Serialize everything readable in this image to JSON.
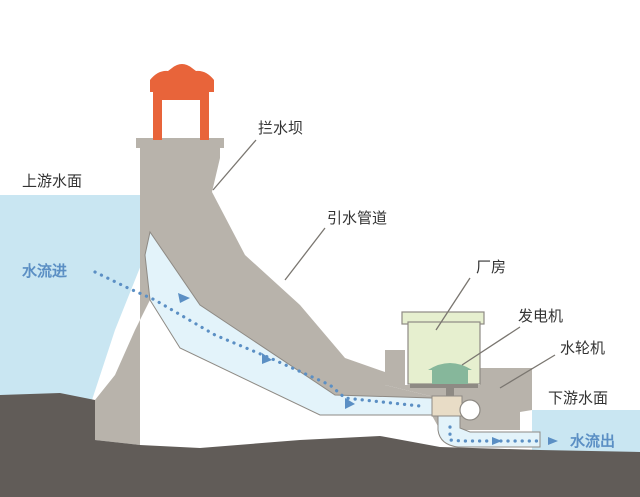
{
  "labels": {
    "upstream": "上游水面",
    "dam": "拦水坝",
    "penstock": "引水管道",
    "inflow": "水流进",
    "powerhouse": "厂房",
    "generator": "发电机",
    "turbine": "水轮机",
    "downstream": "下游水面",
    "outflow": "水流出"
  },
  "colors": {
    "water": "#c9e6f2",
    "pipe_water": "#e3f3fa",
    "concrete": "#b8b3ab",
    "concrete_edge": "#8e8a84",
    "ground": "#615c58",
    "crane": "#e8643a",
    "powerhouse": "#e6efcf",
    "generator": "#86b79b",
    "flow": "#5b8fc4",
    "text": "#333333"
  }
}
